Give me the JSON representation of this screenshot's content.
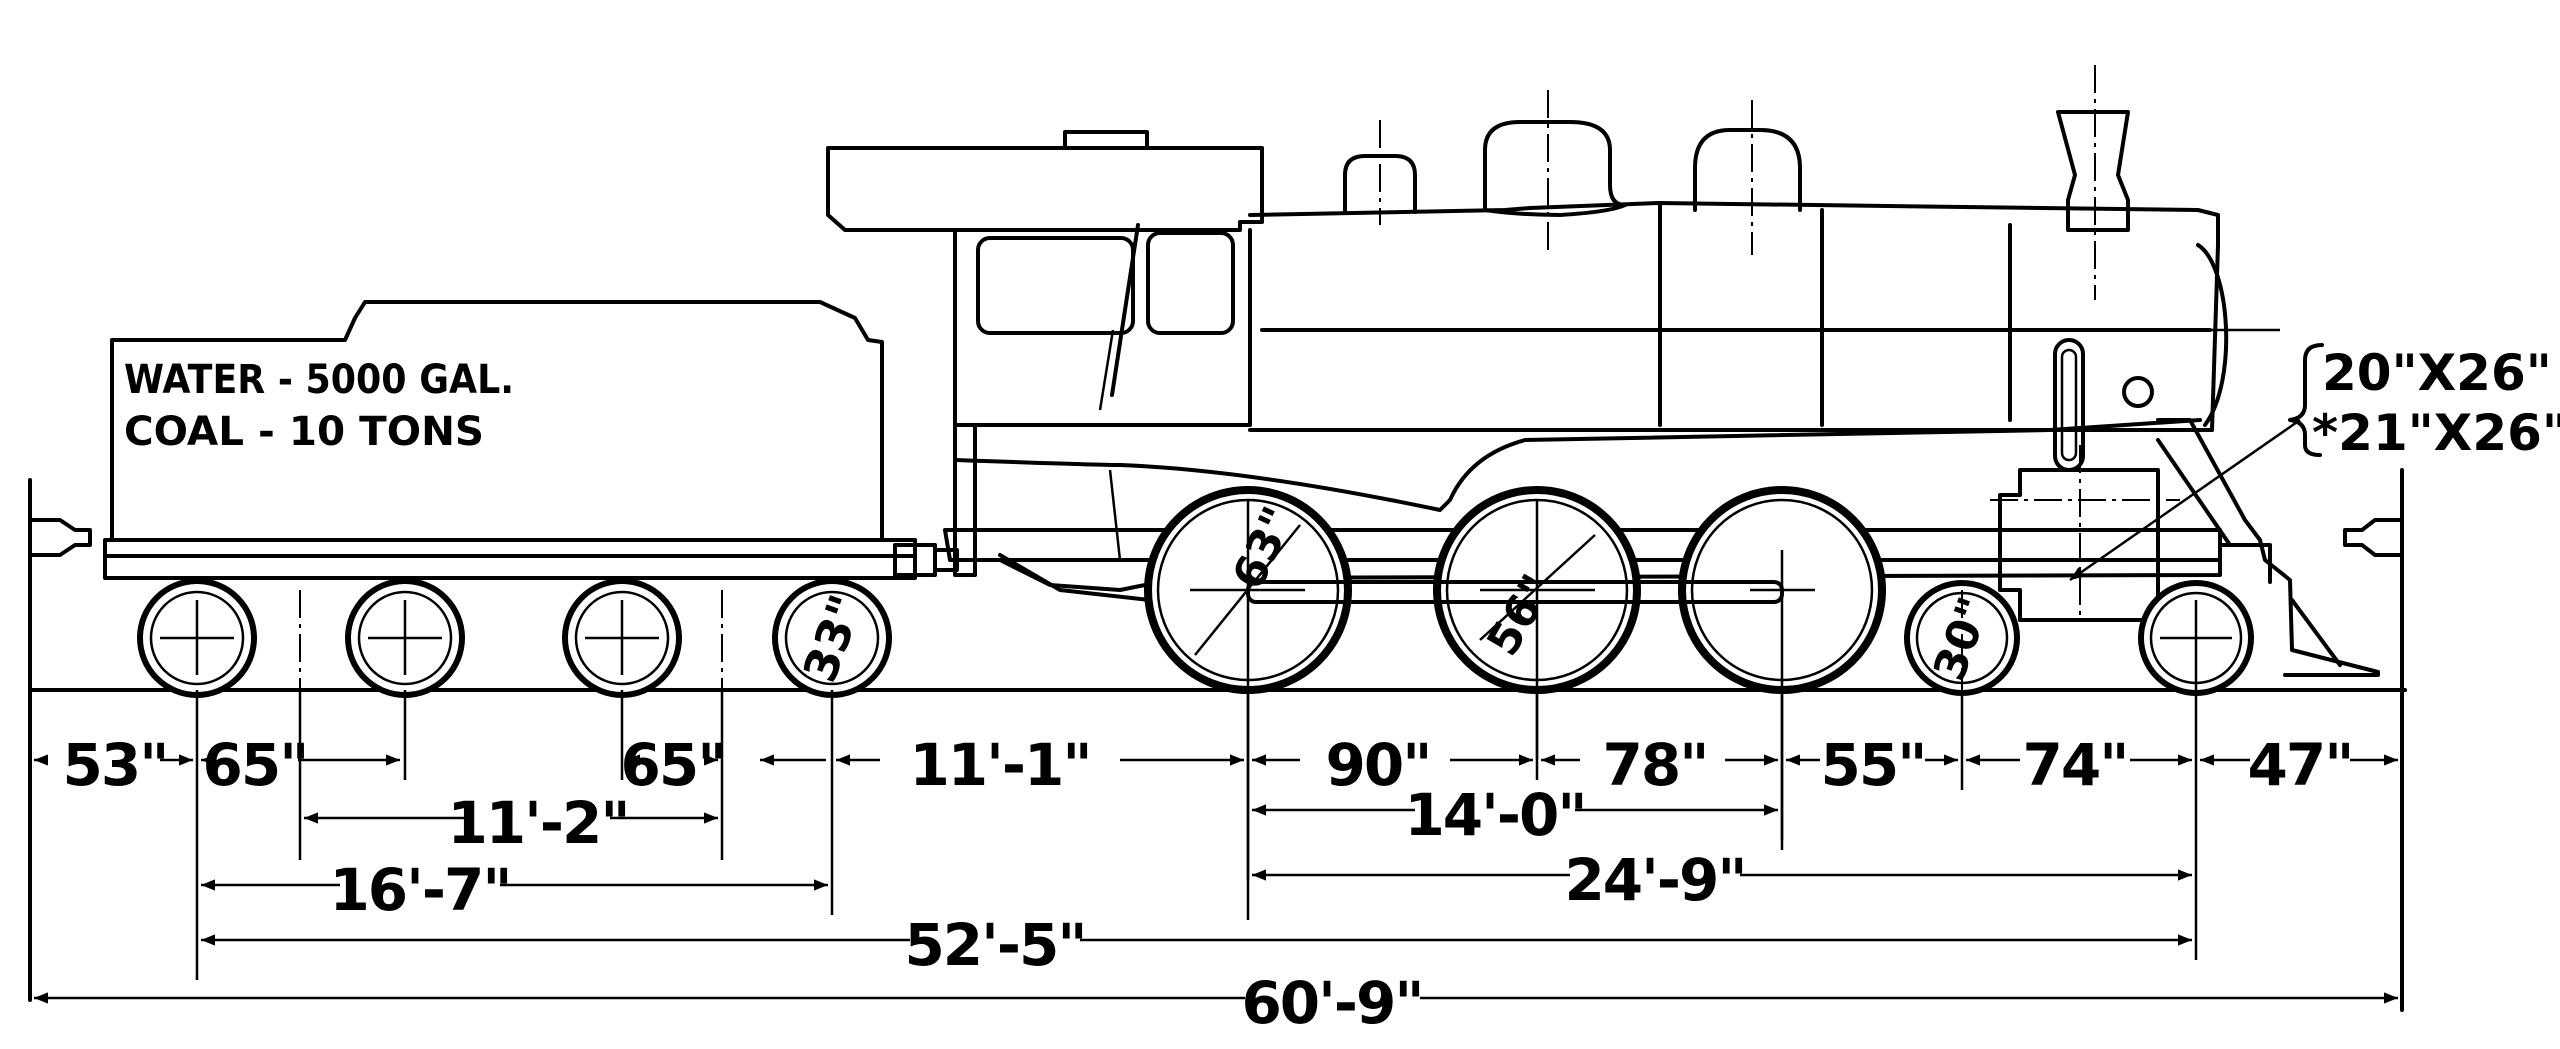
{
  "tender": {
    "water": "WATER - 5000 GAL.",
    "coal": "COAL - 10    TONS"
  },
  "cylinder": {
    "line1": "20\"X26\"",
    "line2": "*21\"X26\""
  },
  "wheels": {
    "tender_truck": "33\"",
    "driver_1": "63\"",
    "driver_2": "56\"",
    "pony_truck": "30\""
  },
  "dimensions": {
    "d53": "53\"",
    "d65a": "65\"",
    "d11_2": "11'-2\"",
    "d65b": "65\"",
    "d11_1": "11'-1\"",
    "d90": "90\"",
    "d78": "78\"",
    "d55": "55\"",
    "d74": "74\"",
    "d47": "47\"",
    "d14_0": "14'-0\"",
    "d16_7": "16'-7\"",
    "d24_9": "24'-9\"",
    "d52_5": "52'-5\"",
    "d60_9": "60'-9\""
  }
}
